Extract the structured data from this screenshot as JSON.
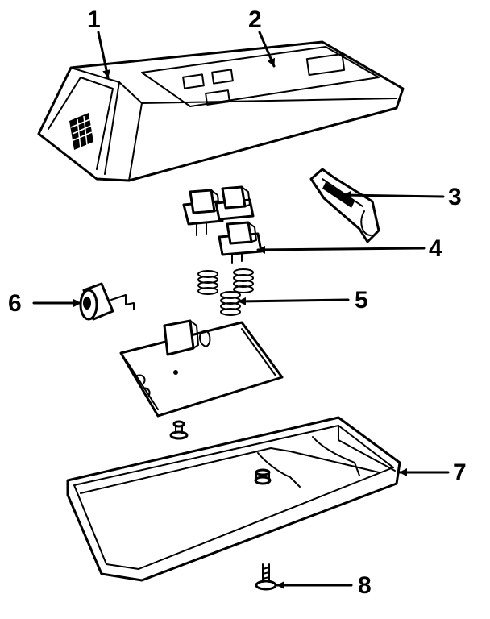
{
  "callouts": [
    {
      "label": "1",
      "part": "top-cover"
    },
    {
      "label": "2",
      "part": "top-cover-panel"
    },
    {
      "label": "3",
      "part": "clip"
    },
    {
      "label": "4",
      "part": "push-button-switches"
    },
    {
      "label": "5",
      "part": "springs"
    },
    {
      "label": "6",
      "part": "knob"
    },
    {
      "label": "7",
      "part": "bottom-housing"
    },
    {
      "label": "8",
      "part": "screw"
    }
  ],
  "colors": {
    "ink": "#000000",
    "paper": "#ffffff"
  }
}
